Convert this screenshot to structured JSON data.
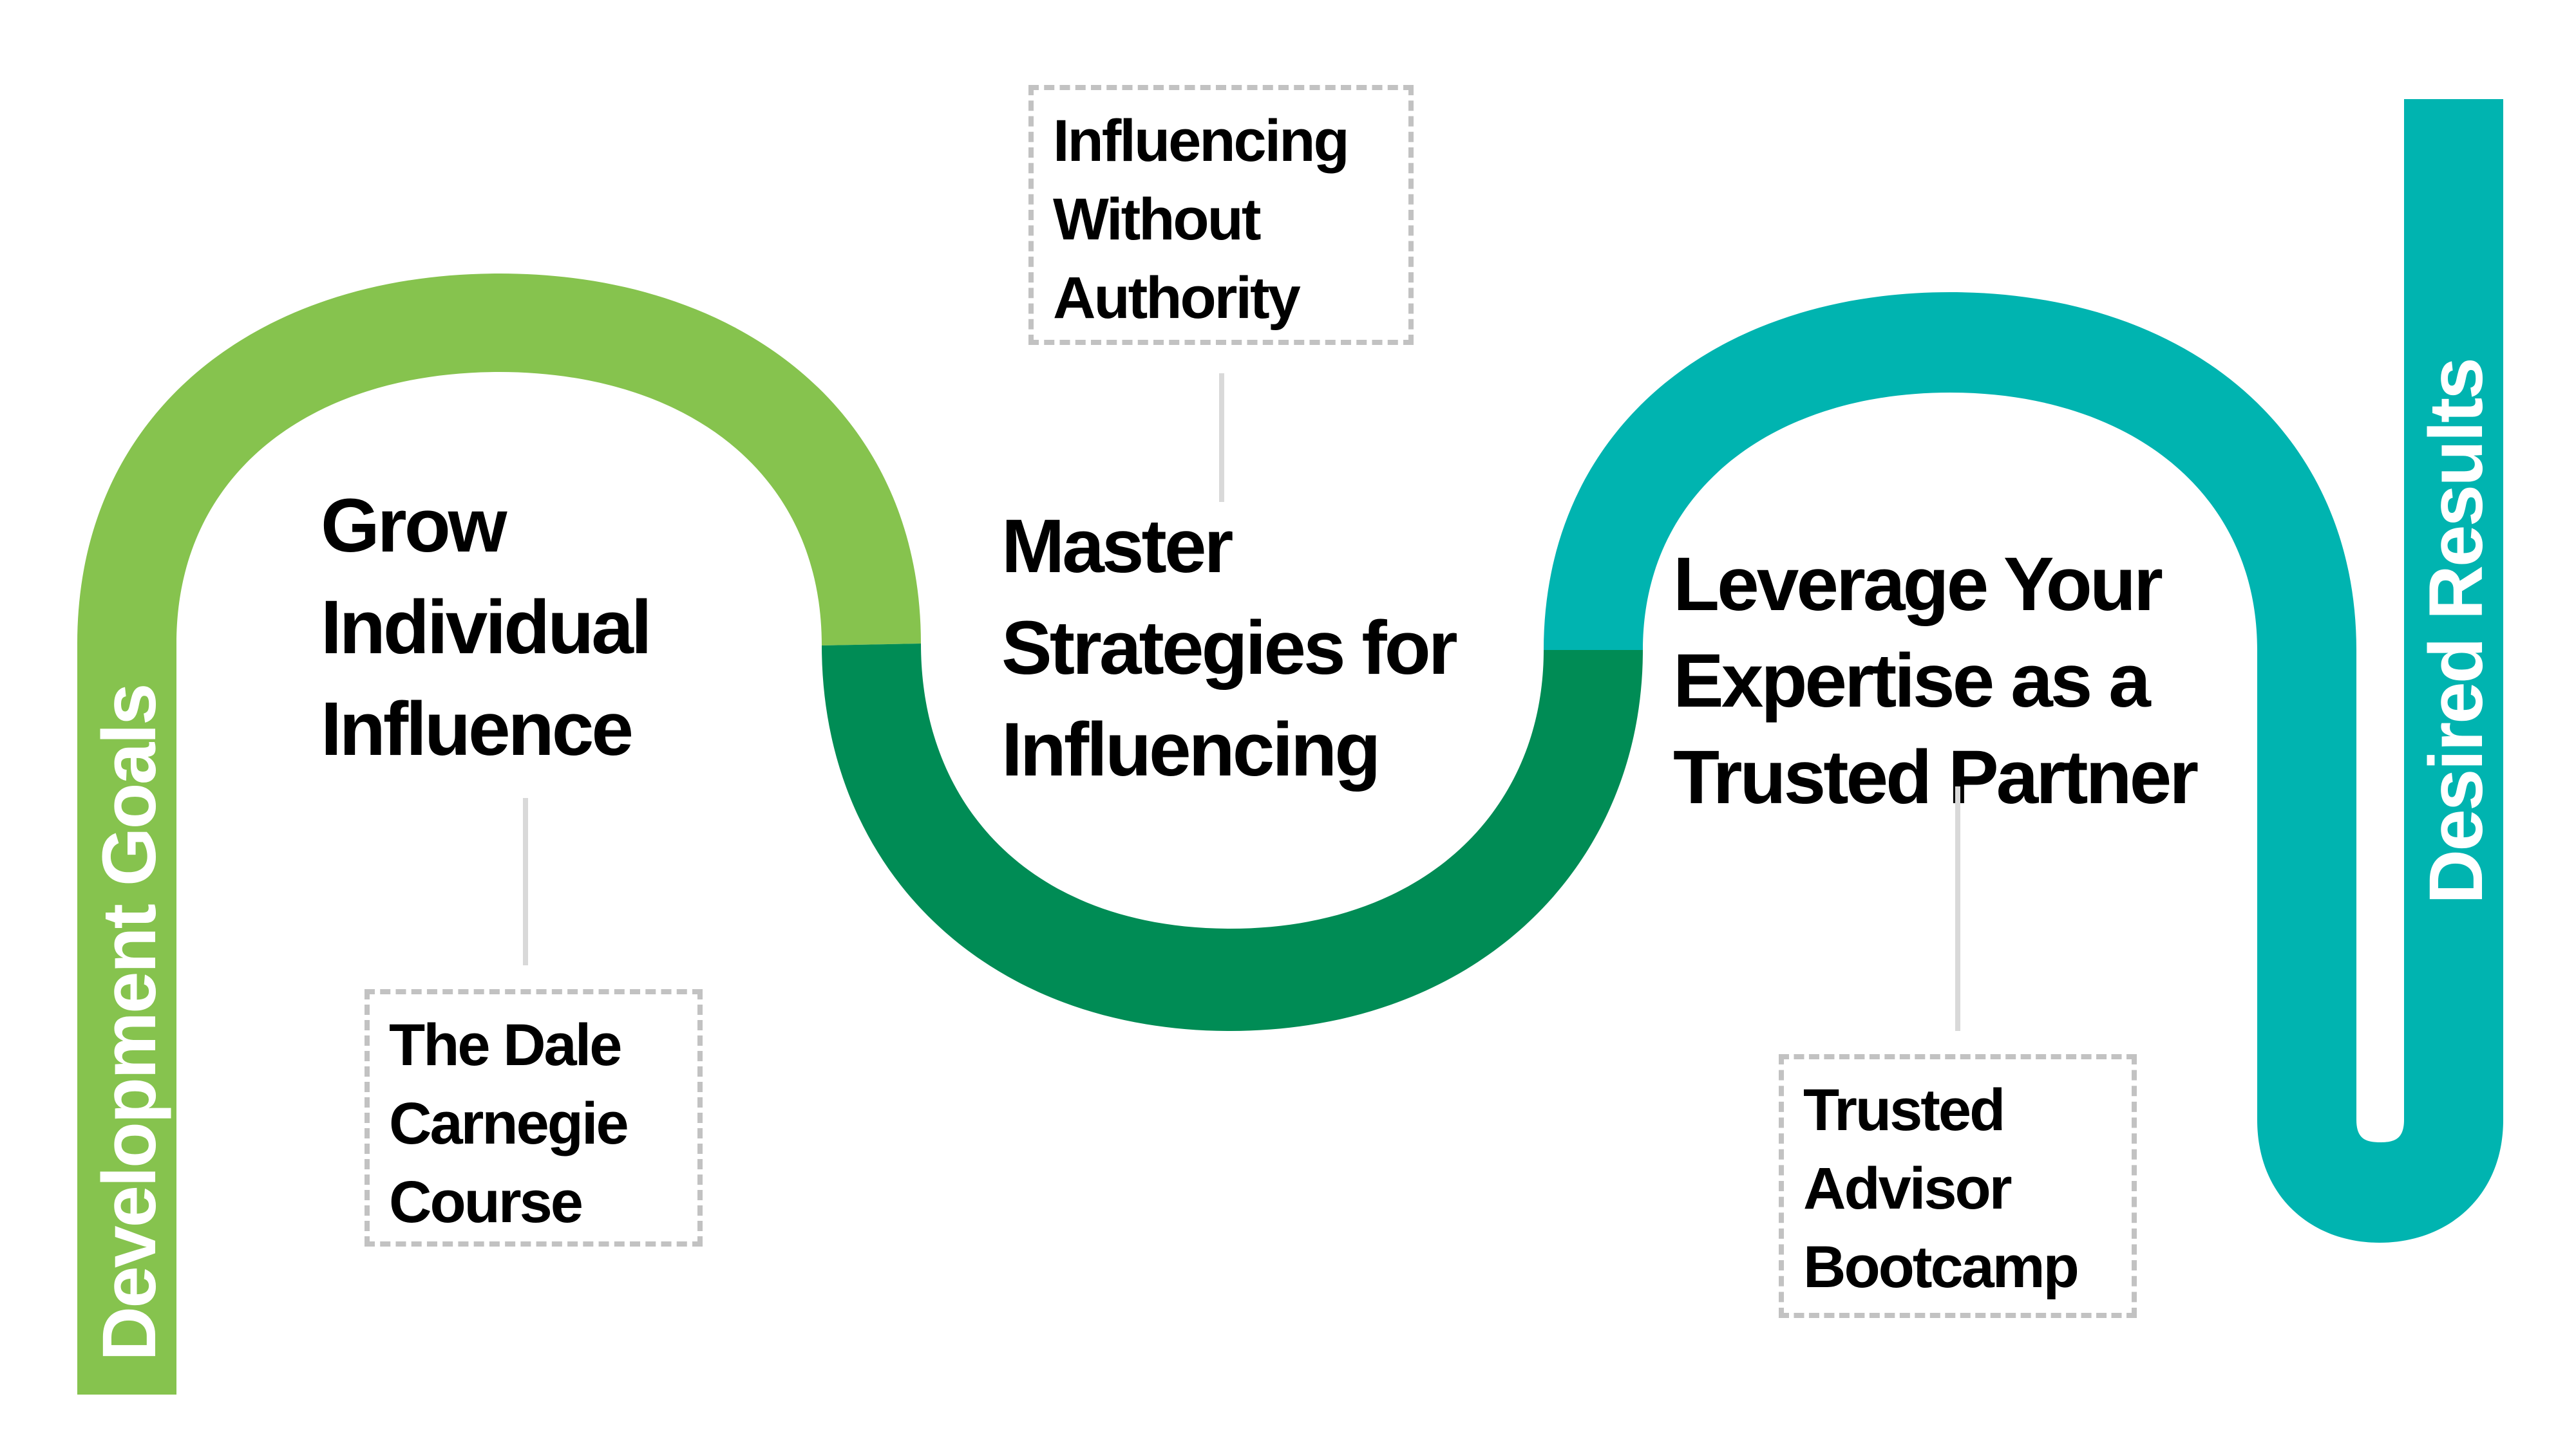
{
  "colors": {
    "stage1": "#86C34E",
    "stage2": "#008C55",
    "stage3": "#00B4B0",
    "connector": "#D9D9D9",
    "box_border": "#C2C2C2",
    "text": "#000000",
    "label_text": "#FFFFFF"
  },
  "start_label": "Development Goals",
  "end_label": "Desired Results",
  "stages": [
    {
      "title_lines": [
        "Grow",
        "Individual",
        "Influence"
      ],
      "course_lines": [
        "The Dale",
        "Carnegie",
        "Course"
      ]
    },
    {
      "title_lines": [
        "Master",
        "Strategies for",
        "Influencing"
      ],
      "course_lines": [
        "Influencing",
        "Without",
        "Authority"
      ]
    },
    {
      "title_lines": [
        "Leverage Your",
        "Expertise as a",
        "Trusted Partner"
      ],
      "course_lines": [
        "Trusted",
        "Advisor",
        "Bootcamp"
      ]
    }
  ]
}
